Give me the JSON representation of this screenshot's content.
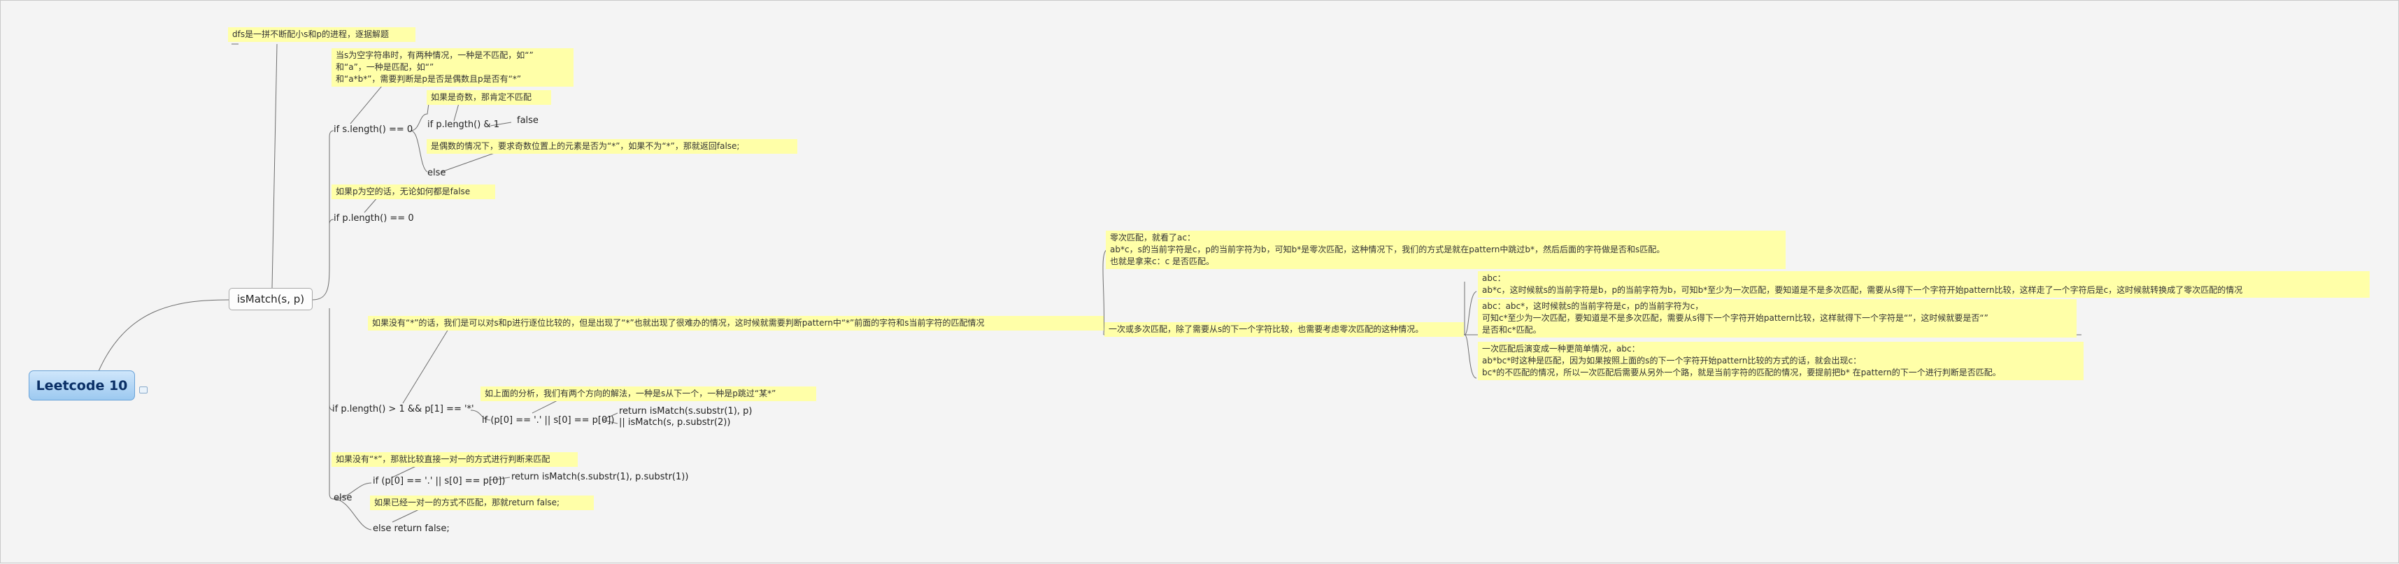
{
  "root": {
    "label": "Leetcode 10"
  },
  "main": {
    "label": "isMatch(s, p)"
  },
  "notes": {
    "dfs": "dfs是一拼不断配小s和p的进程，逐据解题",
    "empty_s": [
      "当s为空字符串时，有两种情况，一种是不匹配，如“”",
      "和“a”，一种是匹配，如“”",
      "和“a*b*”，需要判断是p是否是偶数且p是否有“*”"
    ],
    "odd": "如果是奇数，那肯定不匹配",
    "even": "是偶数的情况下，要求奇数位置上的元素是否为“*”，如果不为“*”，那就返回false;",
    "p_empty": "如果p为空的话，无论如何都是false",
    "star_intro": "如果没有“*”的话，我们是可以对s和p进行逐位比较的，但是出现了“*”也就出现了很难办的情况，这时候就需要判断pattern中“*”前面的字符和s当前字符的匹配情况",
    "no_match": [
      "零次匹配，就看了ac：",
      "ab*c，s的当前字符是c，p的当前字符为b，可知b*是零次匹配，这种情况下，我们的方式是就在pattern中跳过b*，然后后面的字符做是否和s匹配。",
      "也就是拿来c：c 是否匹配。"
    ],
    "multi": "一次或多次匹配，除了需要从s的下一个字符比较，也需要考虑零次匹配的这种情况。",
    "abc1": [
      "abc：",
      "ab*c，这时候就s的当前字符是b，p的当前字符为b，可知b*至少为一次匹配，要知道是不是多次匹配，需要从s得下一个字符开始pattern比较，这样走了一个字符后是c，这时候就转换成了零次匹配的情况"
    ],
    "abc2": [
      "abc：abc*，这时候就s的当前字符是c，p的当前字符为c，",
      "可知c*至少为一次匹配，要知道是不是多次匹配，需要从s得下一个字符开始pattern比较，这样就得下一个字符是“”，这时候就要是否“”",
      "是否和c*匹配。"
    ],
    "abc3": [
      "一次匹配后演变成一种更简单情况，abc：",
      "ab*bc*时这种是匹配，因为如果按照上面的s的下一个字符开始pattern比较的方式的话，就会出现c：",
      "bc*的不匹配的情况，所以一次匹配后需要从另外一个路，就是当前字符的匹配的情况，要提前把b* 在pattern的下一个进行判断是否匹配。"
    ],
    "two_dir": "如上面的分析，我们有两个方向的解法，一种是s从下一个，一种是p跳过“某*”",
    "no_star": "如果没有“*”，那就比较直接一对一的方式进行判断来匹配",
    "fail": "如果已经一对一的方式不匹配，那就return false;"
  },
  "conds": {
    "c1": "if s.length() == 0",
    "c1a": "if p.length() & 1",
    "c1a_r": "false",
    "c1b": "else",
    "c2": "if p.length() == 0",
    "c3": "if p.length() > 1 && p[1] == '*'",
    "c3a": "if (p[0] == '.' || s[0] == p[0])",
    "c3a_r1": "return isMatch(s.substr(1), p)",
    "c3a_r2": "|| isMatch(s, p.substr(2))",
    "c4": "else",
    "c4a": "if (p[0] == '.' || s[0] == p[0])",
    "c4a_r": "return isMatch(s.substr(1), p.substr(1))",
    "c4b": "else return false;"
  }
}
